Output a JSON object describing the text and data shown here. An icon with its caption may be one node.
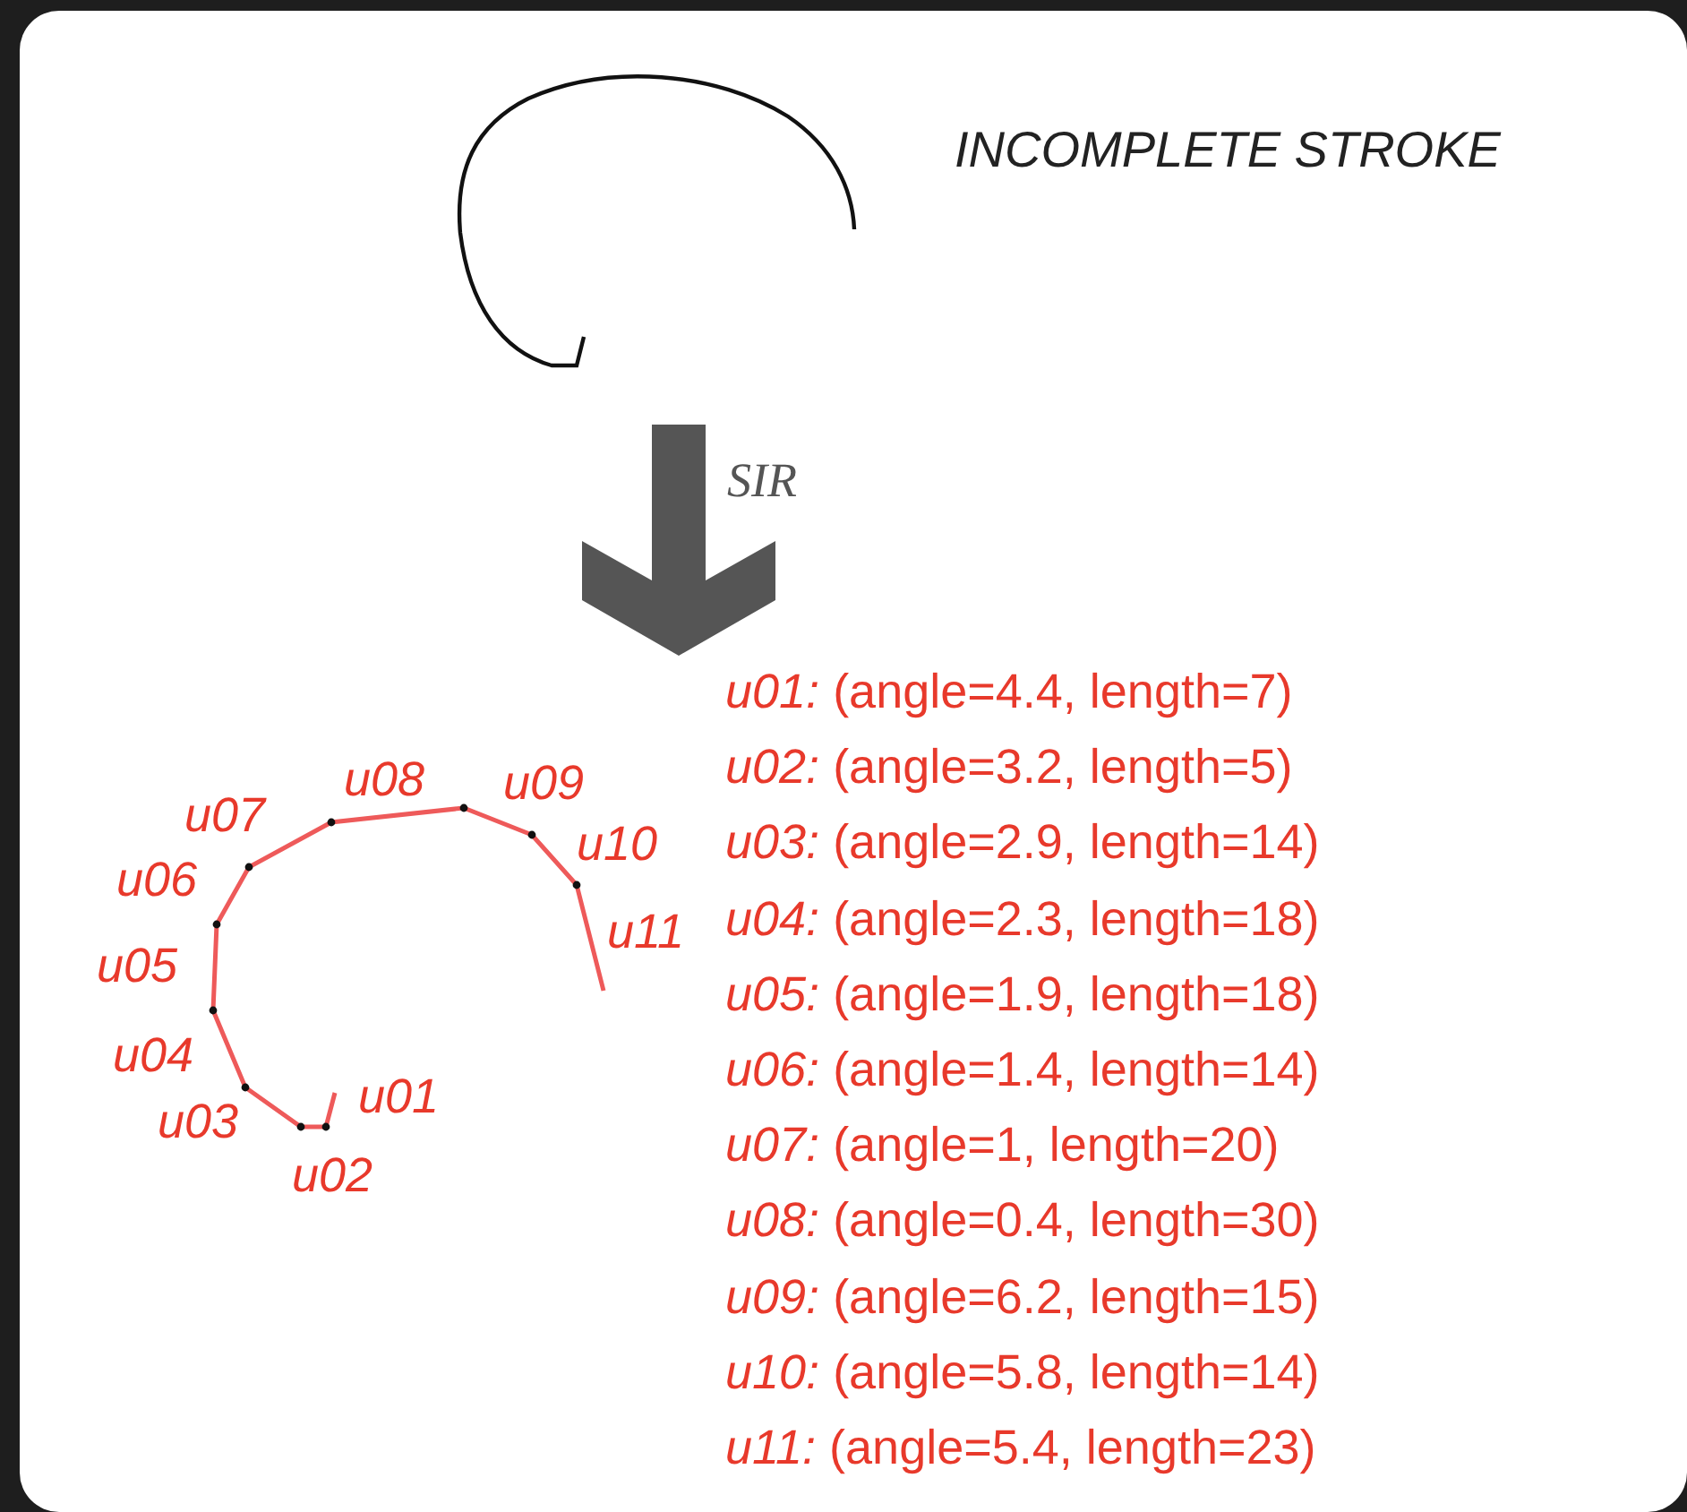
{
  "diagram": {
    "nodes": [
      {
        "text": [],
        "shape": "picture",
        "beside": [
          "INCOMPLETE STROKE"
        ]
      },
      {
        "text": [],
        "shape": "picture"
      }
    ],
    "edges": [
      {
        "from": 0,
        "to": 1,
        "arrow": "to",
        "label": "SIR"
      }
    ],
    "labels": [
      "u01",
      "u02",
      "u03",
      "u04",
      "u05",
      "u06",
      "u07",
      "u08",
      "u09",
      "u10",
      "u11",
      "*u01:* (angle=4.4, length=7)",
      "*u02:* (angle=3.2, length=5)",
      "*u03:* (angle=2.9, length=14)",
      "*u04:* (angle=2.3, length=18)",
      "*u05:* (angle=1.9, length=18)",
      "*u06:* (angle=1.4, length=14)",
      "*u07:* (angle=1, length=20)",
      "*u08:* (angle=0.4, length=30)",
      "*u09:* (angle=6.2, length=15)",
      "*u10:* (angle=5.8, length=14)",
      "*u11:* (angle=5.4, length=23)"
    ]
  }
}
